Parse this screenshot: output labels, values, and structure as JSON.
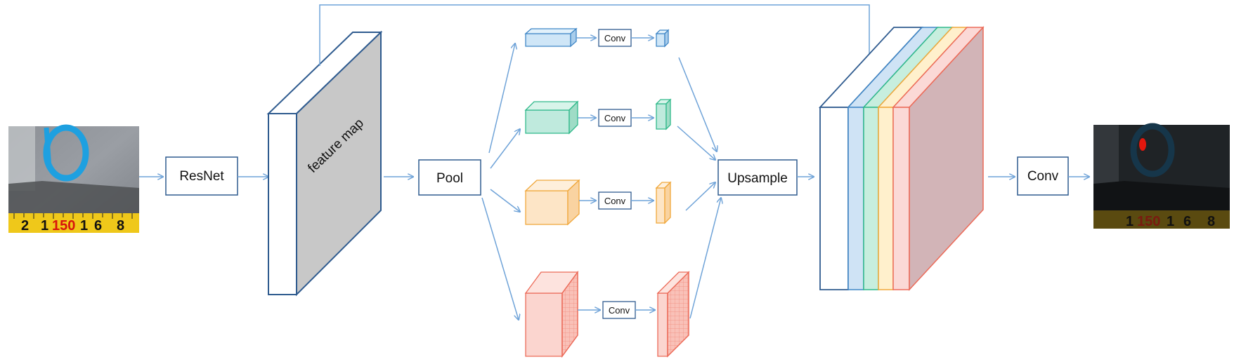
{
  "diagram": {
    "stages": {
      "resnet": "ResNet",
      "feature_map": "feature map",
      "pool": "Pool",
      "conv_branch_1": "Conv",
      "conv_branch_2": "Conv",
      "conv_branch_3": "Conv",
      "conv_branch_4": "Conv",
      "upsample": "Upsample",
      "conv_final": "Conv"
    },
    "input_photo": {
      "ruler_digits": [
        "2",
        "1",
        "150",
        "1",
        "6",
        "8"
      ]
    },
    "output_photo": {
      "ruler_digits": [
        "1",
        "150",
        "1",
        "6",
        "8"
      ]
    },
    "colors": {
      "arrow": "#6fa3d8",
      "box_border": "#2f5b8f",
      "feature_map_face": "#c8c8c8",
      "branch_blue": "#cfe6f7",
      "branch_green": "#bfeadd",
      "branch_orange": "#fde5c6",
      "branch_red": "#fbd5cf",
      "stack_blue": "#cfe3f5",
      "stack_green": "#c7eede",
      "stack_yellow": "#fff0cc",
      "stack_red": "#fbd9d6",
      "stack_side": "#d2b4b7",
      "ruler_yellow": "#efc81a",
      "ruler_red_text": "#d8140c"
    }
  }
}
